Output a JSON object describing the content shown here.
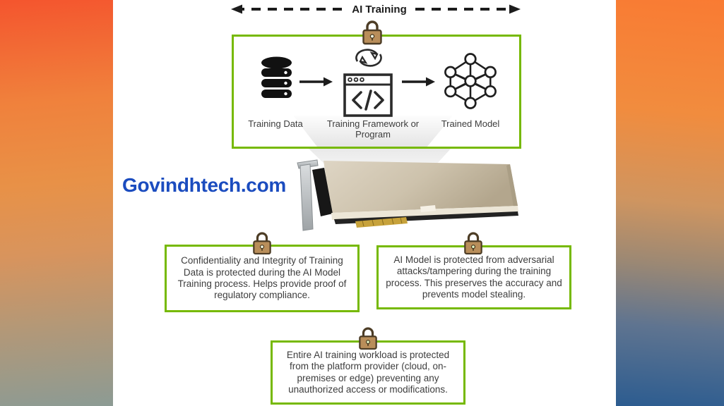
{
  "watermark": {
    "text": "Govindhtech.com"
  },
  "flow": {
    "title": "AI Training",
    "nodes": [
      {
        "id": "training-data",
        "label": "Training Data",
        "icon": "database-icon"
      },
      {
        "id": "training-framework",
        "label": "Training Framework or Program",
        "icon": "code-window-icon"
      },
      {
        "id": "trained-model",
        "label": "Trained Model",
        "icon": "neural-network-icon"
      }
    ]
  },
  "callouts": [
    {
      "id": "training-data-protection",
      "text": "Confidentiality and Integrity of Training Data is protected during the AI Model Training process. Helps provide proof of regulatory compliance."
    },
    {
      "id": "model-protection",
      "text": "AI Model is protected from adversarial attacks/tampering during the training process. This preserves the accuracy and prevents model stealing."
    },
    {
      "id": "workload-protection",
      "text": "Entire AI training workload is protected from the platform provider (cloud, on-premises or edge) preventing any unauthorized access or modifications."
    }
  ],
  "icons": {
    "lock": "padlock-icon",
    "hardware": "gpu-accelerator-card",
    "pipeline_arrow": "right-arrow-icon",
    "refresh": "sync-arrows-icon"
  },
  "colors": {
    "accent_green": "#76b900",
    "lock_body": "#b98e5a",
    "lock_outline": "#4d3d26",
    "watermark_blue": "#1b4cbf",
    "body_text": "#3d3d3d"
  }
}
